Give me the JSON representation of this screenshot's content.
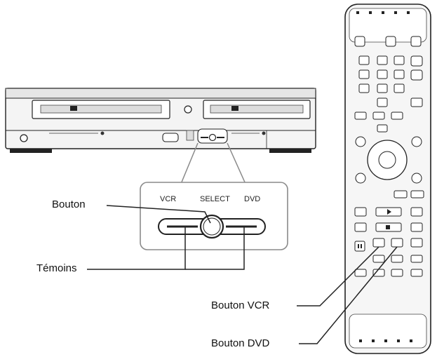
{
  "callouts": {
    "button": "Bouton",
    "leds": "Témoins",
    "vcr_button": "Bouton VCR",
    "dvd_button": "Bouton DVD"
  },
  "zoom_panel": {
    "vcr": "VCR",
    "select": "SELECT",
    "dvd": "DVD"
  },
  "colors": {
    "line": "#222222",
    "panel_border": "#8a8a8a",
    "device_fill": "#f2f2f2"
  }
}
